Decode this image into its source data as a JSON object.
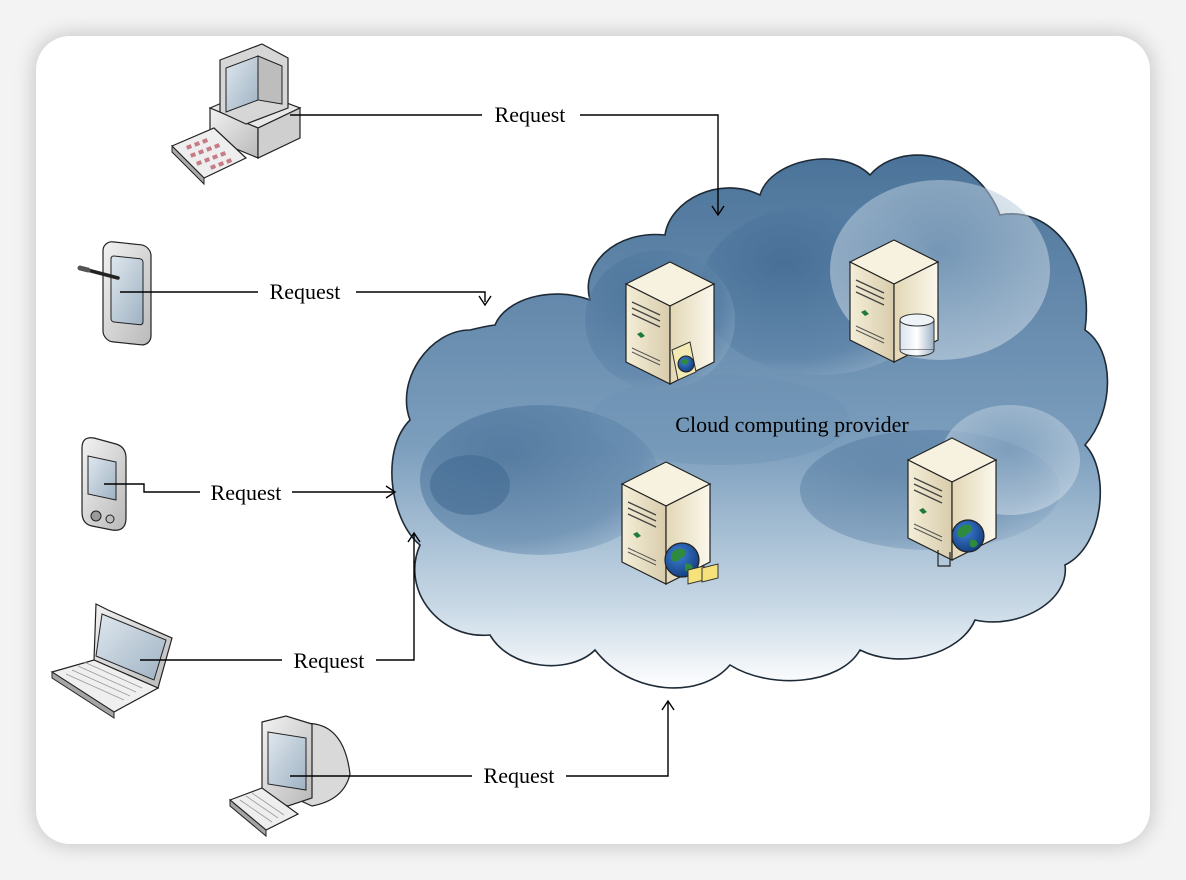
{
  "cloud": {
    "label": "Cloud computing provider"
  },
  "clients": [
    {
      "device": "desktop-tower-pc-icon",
      "connector_label": "Request"
    },
    {
      "device": "tablet-stylus-icon",
      "connector_label": "Request"
    },
    {
      "device": "pda-icon",
      "connector_label": "Request"
    },
    {
      "device": "laptop-icon",
      "connector_label": "Request"
    },
    {
      "device": "crt-monitor-pc-icon",
      "connector_label": "Request"
    }
  ],
  "servers": [
    {
      "icon": "server-certificate-icon"
    },
    {
      "icon": "server-database-icon"
    },
    {
      "icon": "server-web-folder-icon"
    },
    {
      "icon": "server-web-icon"
    }
  ],
  "colors": {
    "cloud_dark": "#44709a",
    "cloud_light": "#ffffff",
    "server_beige": "#ece3c6",
    "globe_green": "#2e8b3e",
    "globe_blue": "#1c4f9c"
  }
}
